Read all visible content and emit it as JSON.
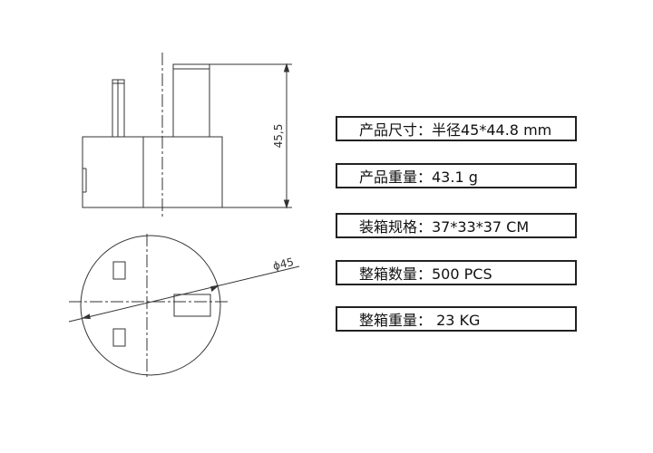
{
  "drawing": {
    "height_dimension": "45,5",
    "diameter_dimension": "ϕ45"
  },
  "specs": [
    {
      "text": "产品尺寸：半径45*44.8 mm"
    },
    {
      "text": "产品重量：43.1 g"
    },
    {
      "text": "装箱规格：37*33*37 CM"
    },
    {
      "text": "整箱数量：500 PCS"
    },
    {
      "text": "整箱重量：  23 KG"
    }
  ],
  "colors": {
    "line": "#333333",
    "border": "#222222",
    "text": "#111111"
  }
}
